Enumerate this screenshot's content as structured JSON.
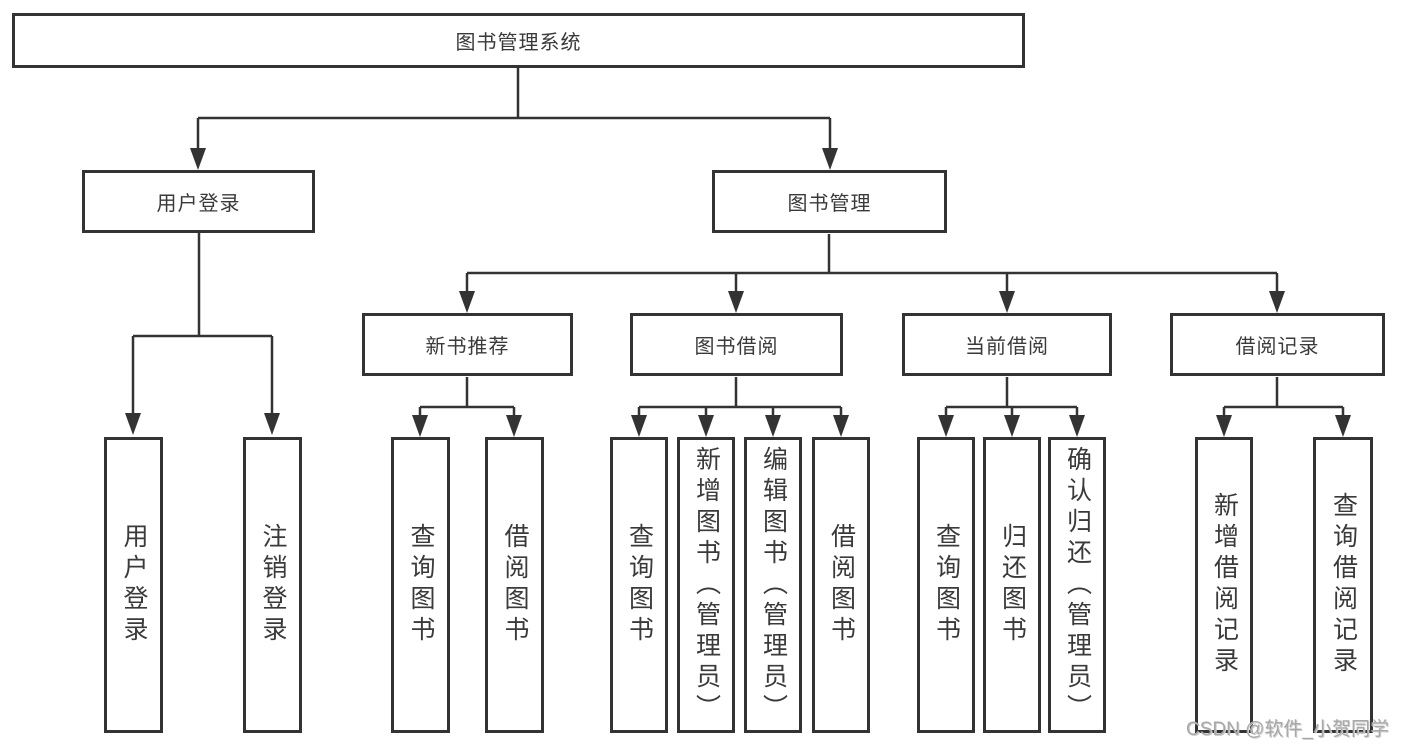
{
  "colors": {
    "line": "#333333",
    "border": "#333333",
    "text": "#3a3a3a",
    "background": "#ffffff",
    "watermark": "#a8a8a8"
  },
  "tree": {
    "root": {
      "label": "图书管理系统"
    },
    "branches": [
      {
        "label": "用户登录",
        "children": [
          {
            "label": "用户登录"
          },
          {
            "label": "注销登录"
          }
        ]
      },
      {
        "label": "图书管理",
        "children": [
          {
            "label": "新书推荐",
            "children": [
              {
                "label": "查询图书"
              },
              {
                "label": "借阅图书"
              }
            ]
          },
          {
            "label": "图书借阅",
            "children": [
              {
                "label": "查询图书"
              },
              {
                "label": "新增图书（管理员）"
              },
              {
                "label": "编辑图书（管理员）"
              },
              {
                "label": "借阅图书"
              }
            ]
          },
          {
            "label": "当前借阅",
            "children": [
              {
                "label": "查询图书"
              },
              {
                "label": "归还图书"
              },
              {
                "label": "确认归还（管理员）"
              }
            ]
          },
          {
            "label": "借阅记录",
            "children": [
              {
                "label": "新增借阅记录"
              },
              {
                "label": "查询借阅记录"
              }
            ]
          }
        ]
      }
    ]
  },
  "watermark": {
    "text": "CSDN @软件_小贺同学"
  }
}
